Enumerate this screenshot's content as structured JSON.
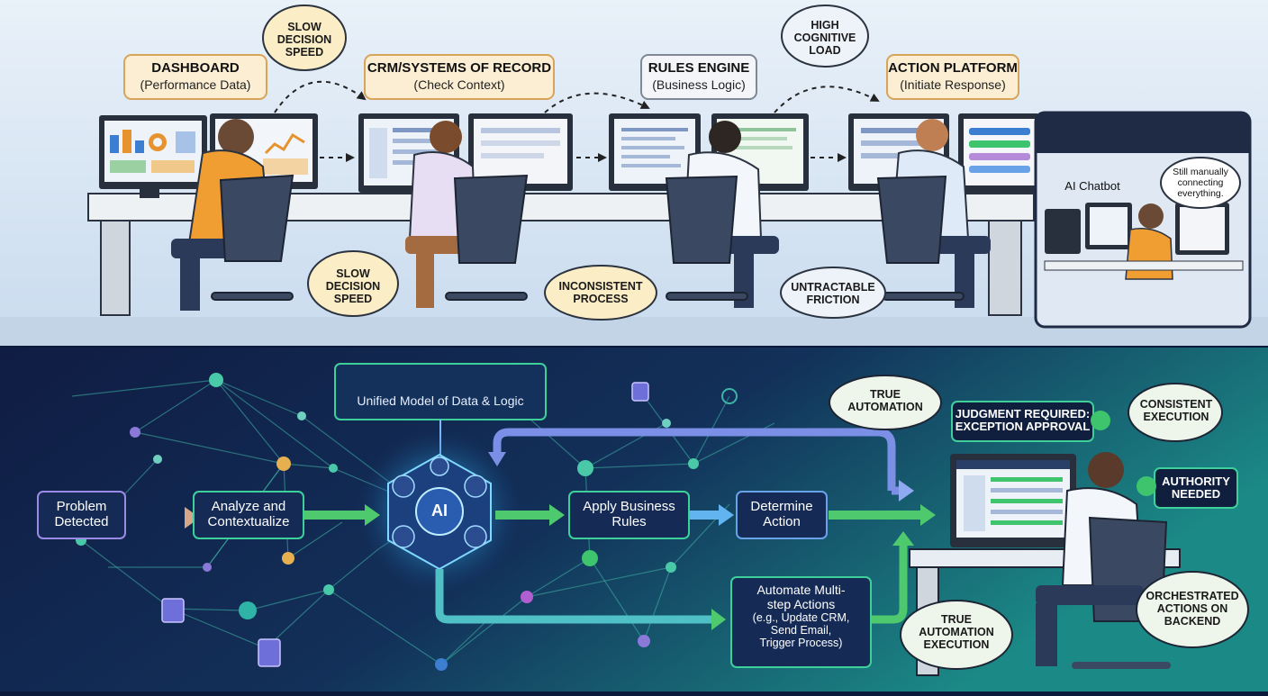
{
  "top": {
    "stations": [
      {
        "title": "DASHBOARD",
        "sub": "(Performance Data)"
      },
      {
        "title": "CRM/SYSTEMS OF RECORD",
        "sub": "(Check Context)"
      },
      {
        "title": "RULES ENGINE",
        "sub": "(Business Logic)"
      },
      {
        "title": "ACTION PLATFORM",
        "sub": "(Initiate Response)"
      }
    ],
    "bubbles": {
      "slow_top": [
        "SLOW",
        "DECISION",
        "SPEED"
      ],
      "high_load": [
        "HIGH",
        "COGNITIVE",
        "LOAD"
      ],
      "slow_bottom": [
        "SLOW",
        "DECISION",
        "SPEED"
      ],
      "inconsistent": [
        "INCONSISTENT",
        "PROCESS"
      ],
      "untractable": [
        "UNTRACTABLE",
        "FRICTION"
      ]
    },
    "inset": {
      "chatbot_label": "AI Chatbot",
      "thought": [
        "Still manually",
        "connecting",
        "everything."
      ]
    }
  },
  "bottom": {
    "unified": "Unified Model of Data & Logic",
    "ai_label": "AI",
    "nodes": {
      "problem": [
        "Problem",
        "Detected"
      ],
      "analyze": [
        "Analyze and",
        "Contextualize"
      ],
      "apply": [
        "Apply Business",
        "Rules"
      ],
      "determine": [
        "Determine",
        "Action"
      ],
      "automate": [
        "Automate Multi-",
        "step Actions",
        "(e.g., Update CRM,",
        "Send Email,",
        "Trigger Process)"
      ]
    },
    "bubbles": {
      "true_automation": [
        "TRUE",
        "AUTOMATION"
      ],
      "judgment": [
        "JUDGMENT REQUIRED:",
        "EXCEPTION APPROVAL"
      ],
      "consistent": [
        "CONSISTENT",
        "EXECUTION"
      ],
      "authority": [
        "AUTHORITY",
        "NEEDED"
      ],
      "orchestrated": [
        "ORCHESTRATED",
        "ACTIONS ON",
        "BACKEND"
      ],
      "true_execution": [
        "TRUE",
        "AUTOMATION",
        "EXECUTION"
      ]
    }
  },
  "colors": {
    "top_bg": "#dce8f4",
    "bottom_bg": "#0f2347",
    "teal": "#1d8a86",
    "label_box": "#fbeed3",
    "green_arrow": "#3ec46d",
    "node_border": "#3ed09a",
    "accent_orange": "#e6922e",
    "bubble_yellow": "#fbedc5"
  }
}
